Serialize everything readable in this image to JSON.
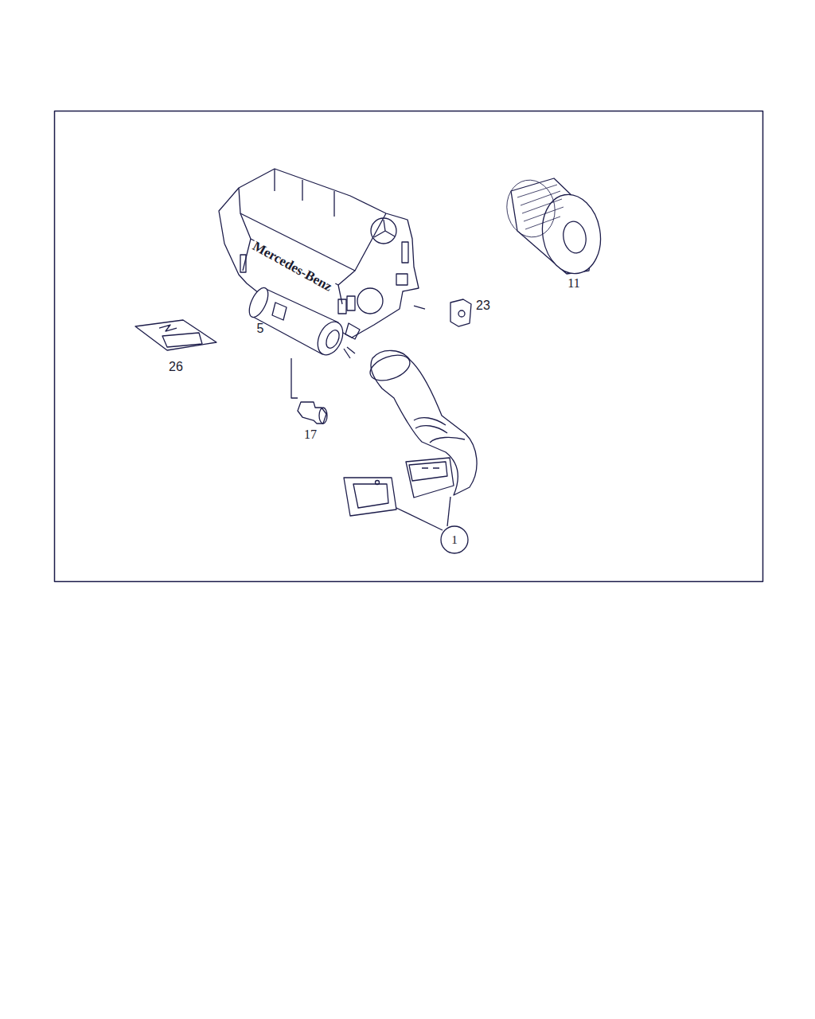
{
  "diagram": {
    "nodes": [
      {
        "text": [
          "1"
        ]
      }
    ],
    "labels": [
      "Mercedes-Benz",
      "11",
      "23",
      "5",
      "26",
      "17"
    ]
  }
}
